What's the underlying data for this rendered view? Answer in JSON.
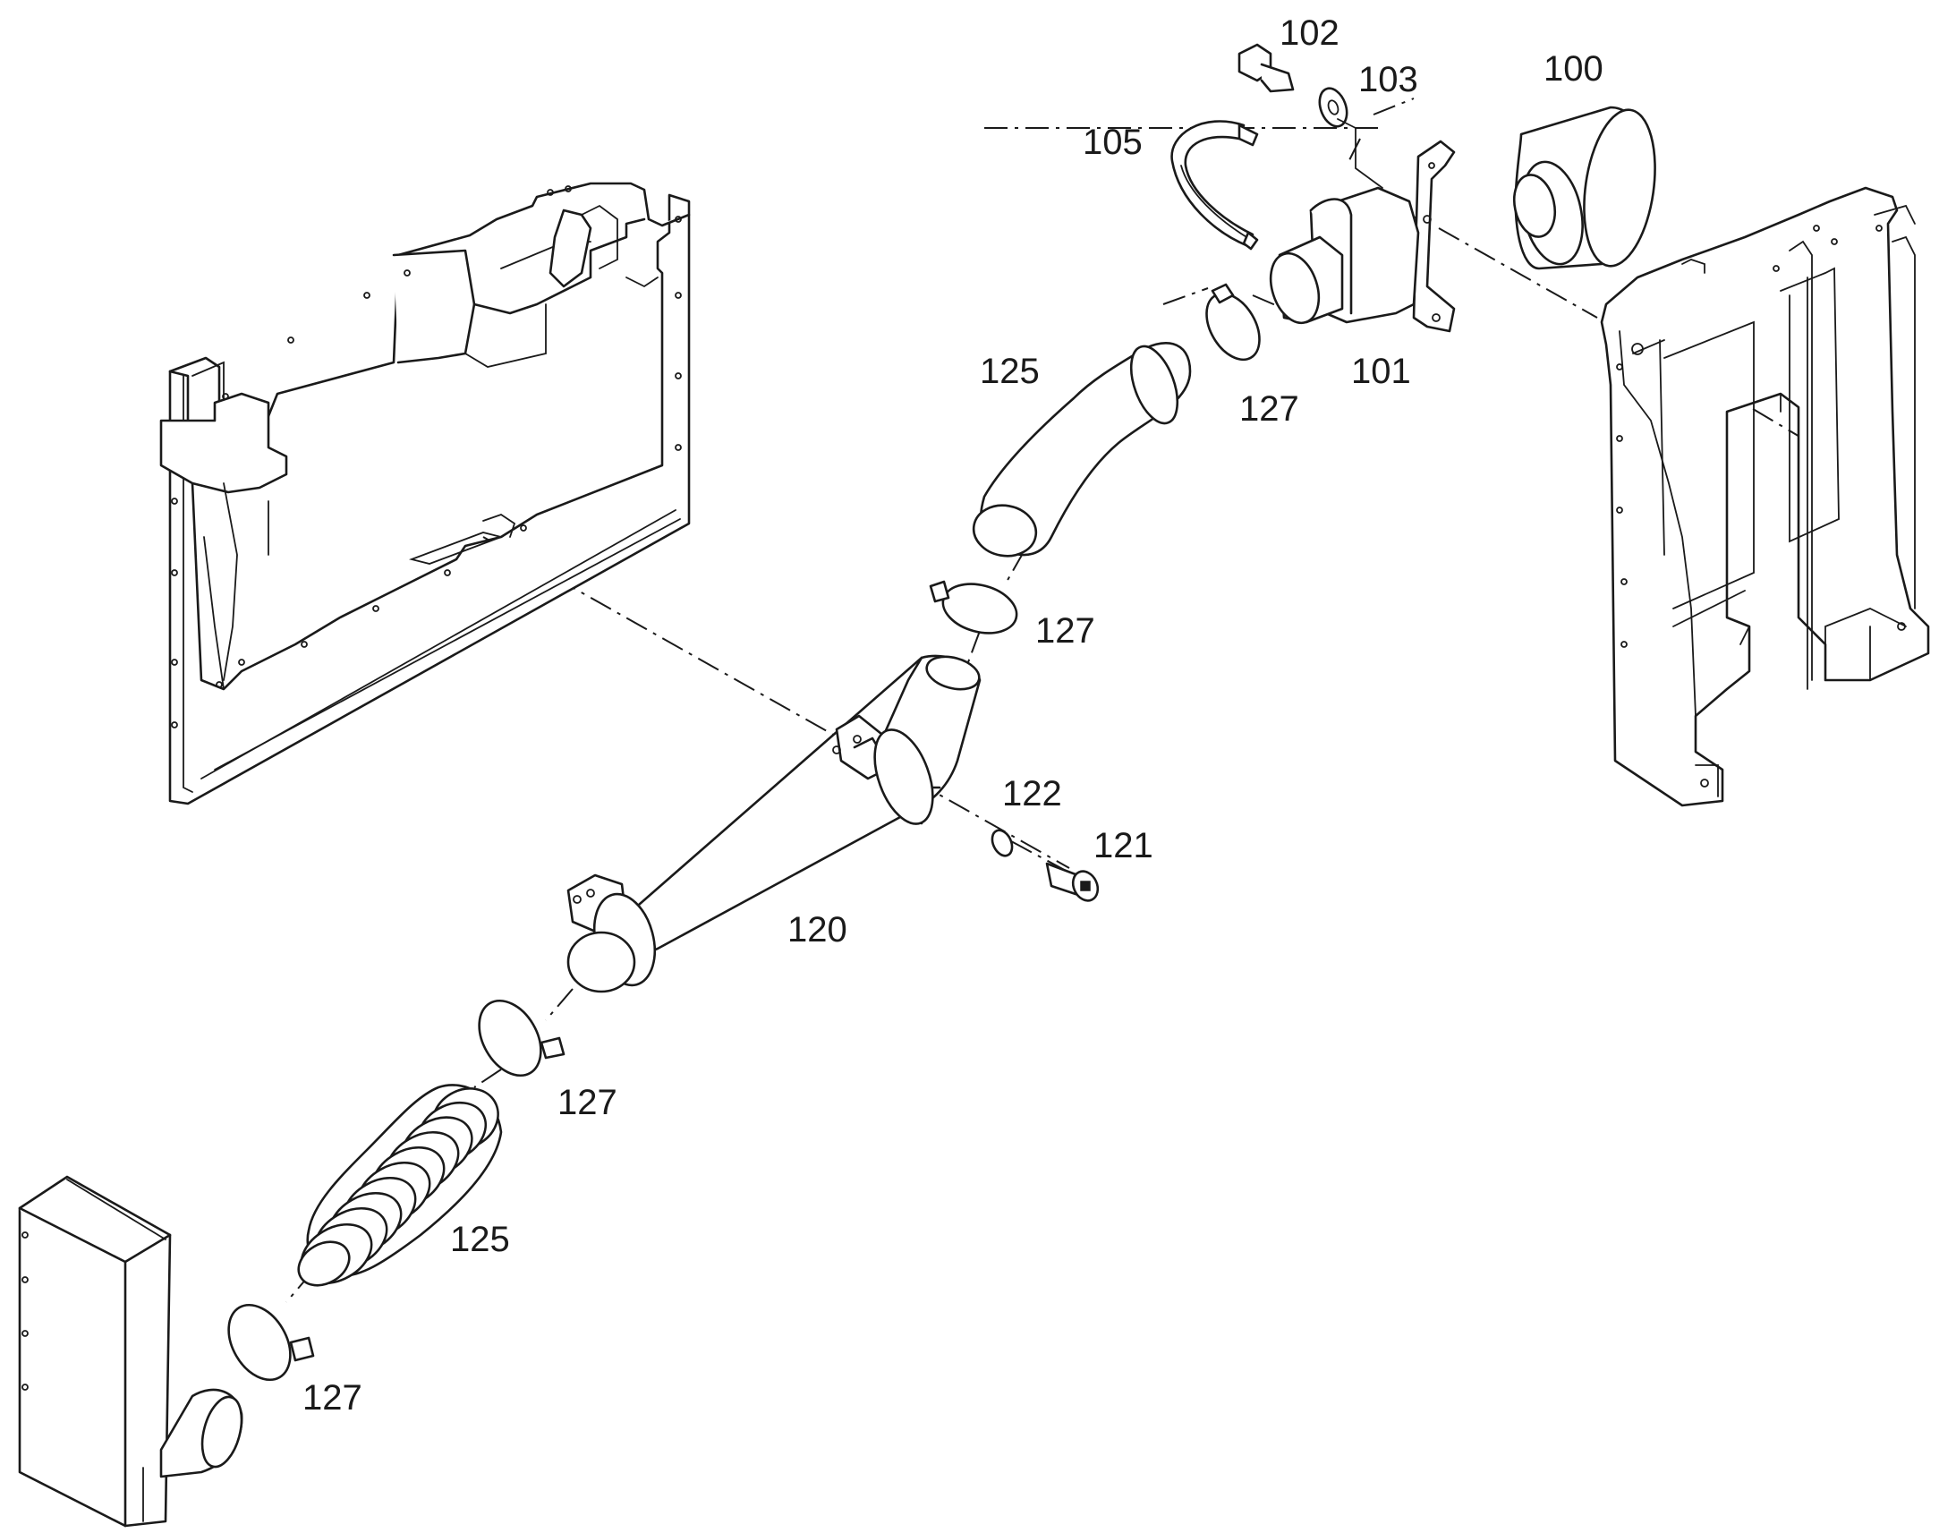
{
  "callouts": [
    {
      "label": "102"
    },
    {
      "label": "103"
    },
    {
      "label": "100"
    },
    {
      "label": "105"
    },
    {
      "label": "125"
    },
    {
      "label": "101"
    },
    {
      "label": "127"
    },
    {
      "label": "127"
    },
    {
      "label": "122"
    },
    {
      "label": "121"
    },
    {
      "label": "120"
    },
    {
      "label": "127"
    },
    {
      "label": "125"
    },
    {
      "label": "127"
    }
  ]
}
